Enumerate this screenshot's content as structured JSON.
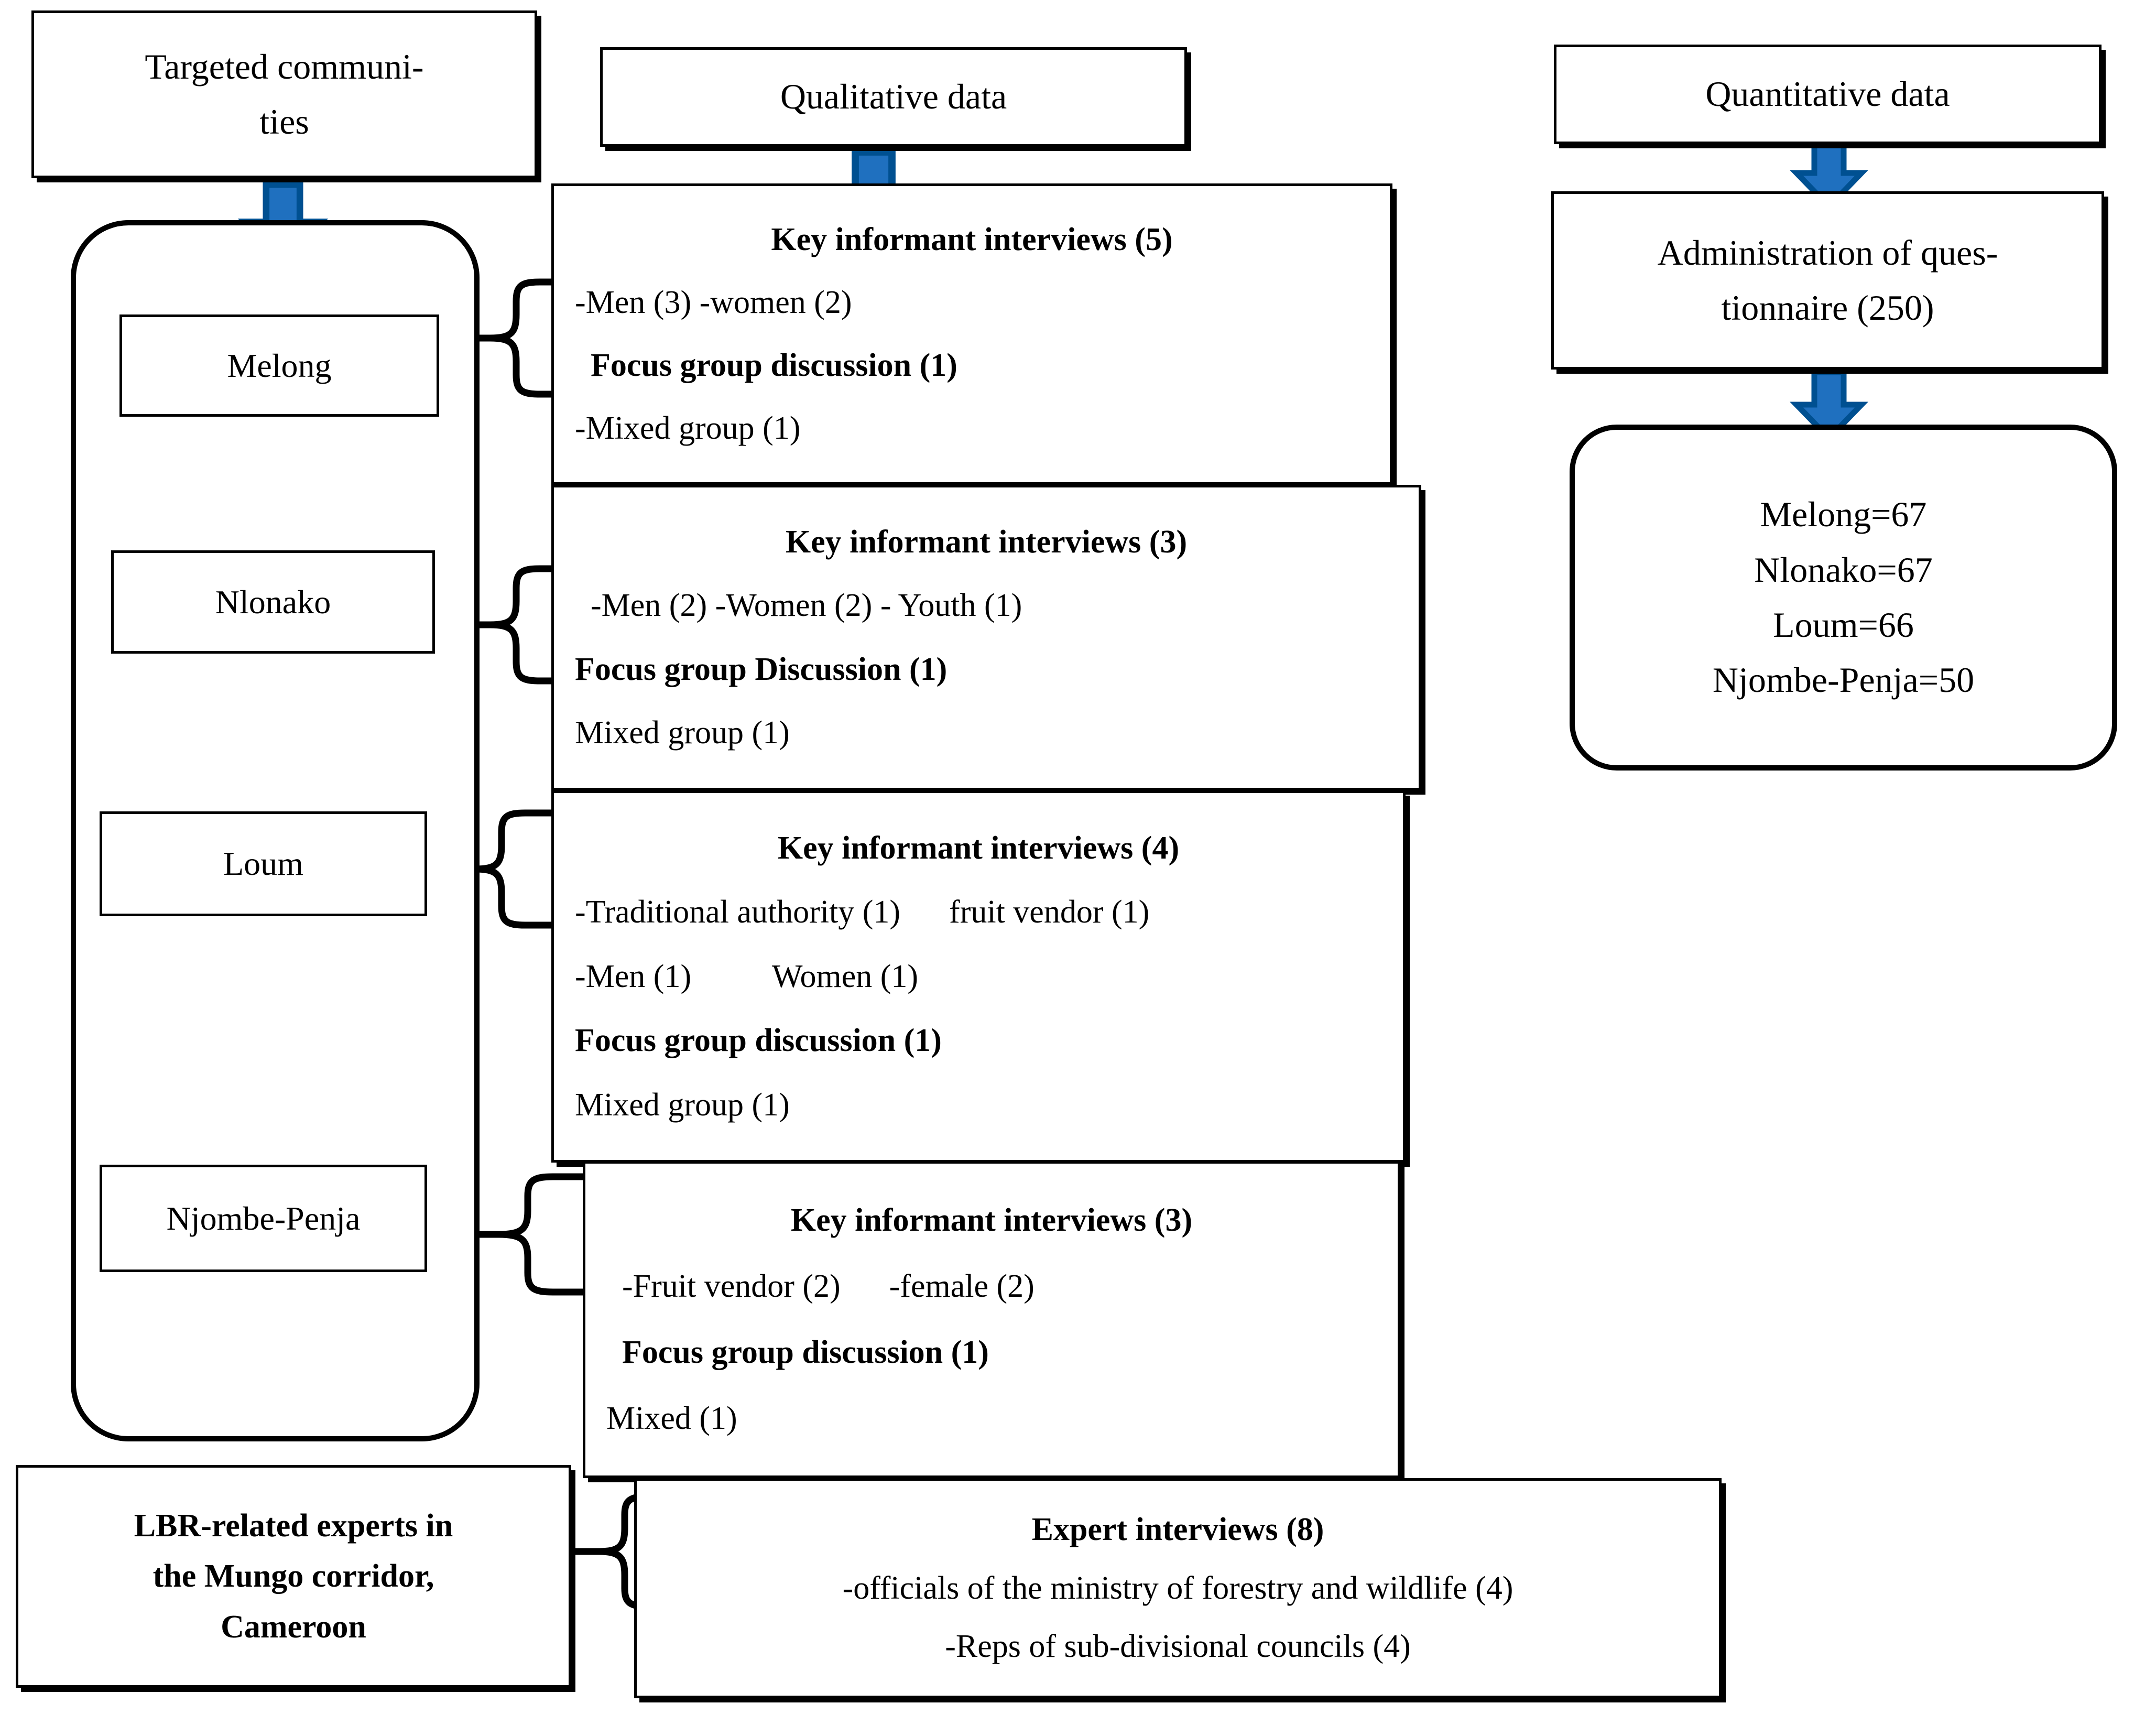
{
  "diagram": {
    "headers": {
      "targeted_communities": "Targeted communi-\nties",
      "targeted_communities_line1": "Targeted communi-",
      "targeted_communities_line2": "ties",
      "qualitative_data": "Qualitative data",
      "quantitative_data": "Quantitative data"
    },
    "communities": [
      {
        "name": "Melong"
      },
      {
        "name": "Nlonako"
      },
      {
        "name": "Loum"
      },
      {
        "name": "Njombe-Penja"
      }
    ],
    "experts_source": {
      "line1": "LBR-related experts in",
      "line2": "the Mungo corridor,",
      "line3": "Cameroon"
    },
    "qualitative_blocks": [
      {
        "community": "Melong",
        "header": "Key informant interviews (5)",
        "rows": [
          {
            "text": "-Men (3) -women (2)",
            "bold": false,
            "indent": false
          },
          {
            "text": "Focus group discussion (1)",
            "bold": true,
            "indent": true
          },
          {
            "text": "-Mixed group (1)",
            "bold": false,
            "indent": false
          }
        ]
      },
      {
        "community": "Nlonako",
        "header": "Key informant interviews (3)",
        "rows": [
          {
            "text": "-Men (2) -Women (2) - Youth (1)",
            "bold": false,
            "indent": true
          },
          {
            "text": "Focus group Discussion (1)",
            "bold": true,
            "indent": false
          },
          {
            "text": "Mixed group (1)",
            "bold": false,
            "indent": false
          }
        ]
      },
      {
        "community": "Loum",
        "header": "Key informant interviews (4)",
        "rows": [
          {
            "text": "-Traditional authority (1)      fruit vendor (1)",
            "bold": false,
            "indent": false
          },
          {
            "text": "-Men (1)          Women (1)",
            "bold": false,
            "indent": false
          },
          {
            "text": "Focus group discussion (1)",
            "bold": true,
            "indent": false
          },
          {
            "text": "Mixed group (1)",
            "bold": false,
            "indent": false
          }
        ]
      },
      {
        "community": "Njombe-Penja",
        "header": "Key informant interviews (3)",
        "rows": [
          {
            "text": "-Fruit vendor (2)      -female (2)",
            "bold": false,
            "indent": true
          },
          {
            "text": "Focus group discussion (1)",
            "bold": true,
            "indent": true
          },
          {
            "text": "Mixed (1)",
            "bold": false,
            "indent": false
          }
        ]
      }
    ],
    "expert_block": {
      "header": "Expert interviews (8)",
      "rows": [
        {
          "text": "-officials of the ministry of forestry and wildlife (4)",
          "bold": false
        },
        {
          "text": "-Reps of sub-divisional councils (4)",
          "bold": false
        }
      ]
    },
    "quantitative": {
      "administration_line1": "Administration of ques-",
      "administration_line2": "tionnaire (250)",
      "sample_sizes": [
        "Melong=67",
        "Nlonako=67",
        "Loum=66",
        "Njombe-Penja=50"
      ]
    },
    "colors": {
      "arrow_fill": "#1f70bf",
      "arrow_stroke": "#005091",
      "outline": "#000000",
      "background": "#ffffff"
    },
    "icons": {
      "down_arrow": "down-arrow-icon",
      "brace": "curly-brace-icon"
    }
  }
}
